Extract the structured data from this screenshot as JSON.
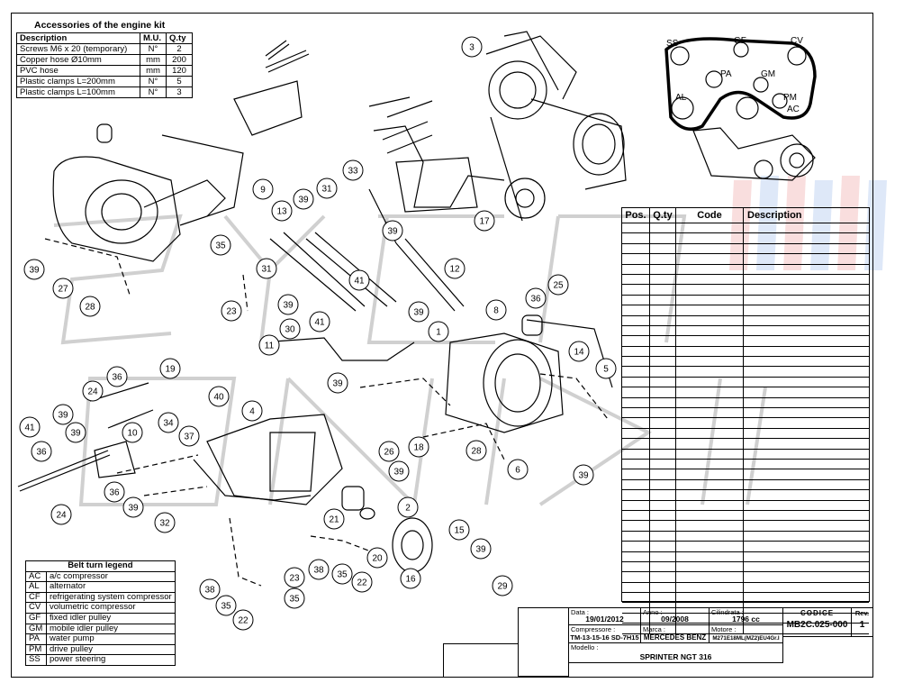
{
  "accessories": {
    "title": "Accessories of the engine kit",
    "headers": [
      "Description",
      "M.U.",
      "Q.ty"
    ],
    "rows": [
      [
        "Screws M6 x 20 (temporary)",
        "N°",
        "2"
      ],
      [
        "Copper hose Ø10mm",
        "mm",
        "200"
      ],
      [
        "PVC hose",
        "mm",
        "120"
      ],
      [
        "Plastic clamps L=200mm",
        "N°",
        "5"
      ],
      [
        "Plastic clamps L=100mm",
        "N°",
        "3"
      ]
    ]
  },
  "parts_table": {
    "headers": [
      "Pos.",
      "Q.ty",
      "Code",
      "Description"
    ],
    "row_count": 40
  },
  "belt_legend": {
    "title": "Belt turn legend",
    "rows": [
      [
        "AC",
        "a/c compressor"
      ],
      [
        "AL",
        "alternator"
      ],
      [
        "CF",
        "refrigerating system compressor"
      ],
      [
        "CV",
        "volumetric compressor"
      ],
      [
        "GF",
        "fixed idler pulley"
      ],
      [
        "GM",
        "mobile idler pulley"
      ],
      [
        "PA",
        "water pump"
      ],
      [
        "PM",
        "drive pulley"
      ],
      [
        "SS",
        "power steering"
      ]
    ]
  },
  "belt_labels": [
    "SS",
    "GF",
    "CV",
    "PA",
    "GM",
    "AL",
    "PM",
    "AC"
  ],
  "title_block": {
    "data_label": "Data :",
    "data": "19/01/2012",
    "anno_label": "Anno :",
    "anno": "09/2008",
    "cilindrata_label": "Cilindrata :",
    "cilindrata": "1796 cc",
    "codice_label": "CODICE",
    "codice": "MB2C.025-000",
    "rev_label": "Rev.",
    "rev": "1",
    "compressore_label": "Compressore :",
    "compressore": "TM-13-15-16 SD-7H15",
    "marca_label": "Marca :",
    "marca": "MERCEDES BENZ",
    "motore_label": "Motore :",
    "motore": "M271E18ML(MZ2)EU4Gr.I",
    "modello_label": "Modello :",
    "modello": "SPRINTER NGT 316"
  },
  "callouts": [
    {
      "n": "3"
    },
    {
      "n": "9"
    },
    {
      "n": "13"
    },
    {
      "n": "39"
    },
    {
      "n": "31"
    },
    {
      "n": "33"
    },
    {
      "n": "17"
    },
    {
      "n": "35"
    },
    {
      "n": "39"
    },
    {
      "n": "39"
    },
    {
      "n": "27"
    },
    {
      "n": "28"
    },
    {
      "n": "31"
    },
    {
      "n": "41"
    },
    {
      "n": "12"
    },
    {
      "n": "25"
    },
    {
      "n": "23"
    },
    {
      "n": "39"
    },
    {
      "n": "39"
    },
    {
      "n": "36"
    },
    {
      "n": "8"
    },
    {
      "n": "30"
    },
    {
      "n": "41"
    },
    {
      "n": "1"
    },
    {
      "n": "11"
    },
    {
      "n": "14"
    },
    {
      "n": "39"
    },
    {
      "n": "36"
    },
    {
      "n": "19"
    },
    {
      "n": "5"
    },
    {
      "n": "24"
    },
    {
      "n": "40"
    },
    {
      "n": "4"
    },
    {
      "n": "34"
    },
    {
      "n": "39"
    },
    {
      "n": "41"
    },
    {
      "n": "39"
    },
    {
      "n": "10"
    },
    {
      "n": "37"
    },
    {
      "n": "26"
    },
    {
      "n": "18"
    },
    {
      "n": "28"
    },
    {
      "n": "36"
    },
    {
      "n": "39"
    },
    {
      "n": "6"
    },
    {
      "n": "39"
    },
    {
      "n": "36"
    },
    {
      "n": "2"
    },
    {
      "n": "39"
    },
    {
      "n": "21"
    },
    {
      "n": "24"
    },
    {
      "n": "32"
    },
    {
      "n": "15"
    },
    {
      "n": "39"
    },
    {
      "n": "38"
    },
    {
      "n": "35"
    },
    {
      "n": "20"
    },
    {
      "n": "23"
    },
    {
      "n": "22"
    },
    {
      "n": "16"
    },
    {
      "n": "29"
    },
    {
      "n": "38"
    },
    {
      "n": "35"
    },
    {
      "n": "35"
    },
    {
      "n": "22"
    }
  ],
  "colors": {
    "line": "#000000",
    "watermark": "#cccccc",
    "accent_red": "#f2c8c8",
    "accent_blue": "#c8d8f0"
  }
}
